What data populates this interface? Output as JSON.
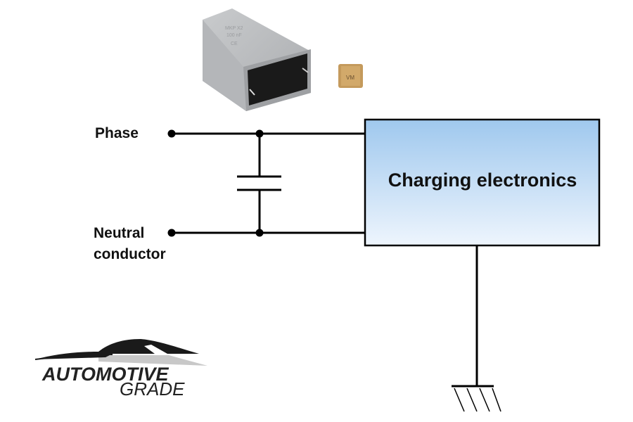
{
  "labels": {
    "phase": "Phase",
    "neutral_line1": "Neutral",
    "neutral_line2": "conductor",
    "block": "Charging electronics"
  },
  "components": {
    "film_capacitor": "film-capacitor-photo",
    "mlcc_chip": "ceramic-chip-capacitor-photo",
    "chip_marking": "VM"
  },
  "logo": {
    "line1": "AUTOMOTIVE",
    "line2": "GRADE"
  },
  "colors": {
    "wire": "#000000",
    "block_gradient_top": "#9fc8ee",
    "block_gradient_bottom": "#eef5fd"
  }
}
